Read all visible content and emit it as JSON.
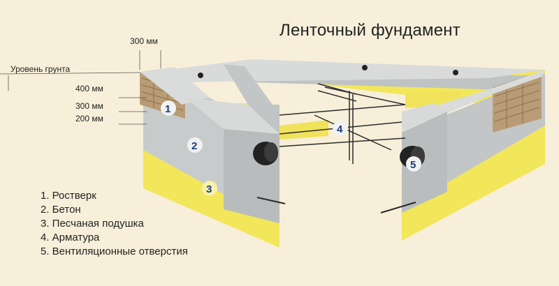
{
  "title": "Ленточный фундамент",
  "dimensions": {
    "width_label": "300 мм",
    "ground_level_label": "Уровень грунта",
    "height_400": "400 мм",
    "height_300": "300 мм",
    "height_200": "200 мм"
  },
  "callouts": [
    "1",
    "2",
    "3",
    "4",
    "5"
  ],
  "legend": [
    "1. Ростверк",
    "2. Бетон",
    "3. Песчаная подушка",
    "4. Арматура",
    "5. Вентиляционные отверстия"
  ],
  "colors": {
    "background": "#f7efd9",
    "concrete": "#c9cccc",
    "concrete_top": "#d7d9d8",
    "concrete_shadow": "#a9adad",
    "sand": "#f2e65a",
    "brick": "#b99c75",
    "rebar": "#2b2b2b",
    "badge_text": "#1d3a7a"
  }
}
